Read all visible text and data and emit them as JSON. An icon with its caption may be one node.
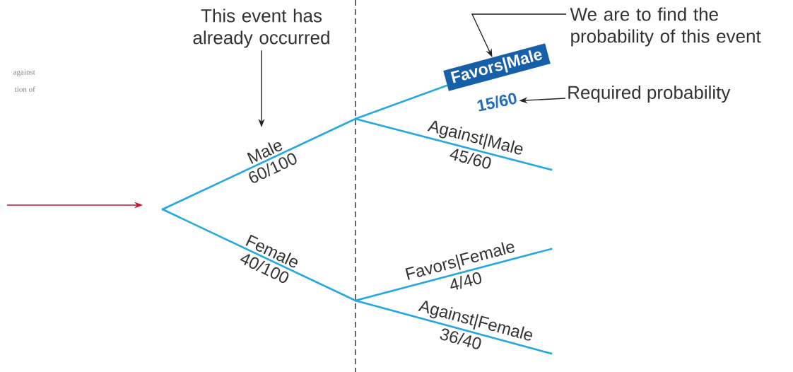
{
  "diagram": {
    "nodes": [
      {
        "text": [],
        "shape": "dot"
      },
      {
        "text": [],
        "shape": "dot"
      },
      {
        "text": [],
        "shape": "dot"
      },
      {
        "text": [
          "Favors|Male"
        ]
      },
      {
        "text": [],
        "shape": "dot"
      },
      {
        "text": [],
        "shape": "dot"
      },
      {
        "text": [],
        "shape": "dot"
      },
      {
        "text": [
          "This event has already occurred"
        ]
      },
      {
        "text": [
          "We are to find the probability of this event"
        ]
      },
      {
        "text": [
          "Required probability"
        ]
      },
      {
        "text": [
          "15/60"
        ]
      }
    ],
    "edges": [
      {
        "from": 0,
        "to": 1,
        "arrow": "none",
        "label": "Male"
      },
      {
        "from": 0,
        "to": 2,
        "arrow": "none",
        "label": "Female"
      },
      {
        "from": 1,
        "to": 3,
        "arrow": "none"
      },
      {
        "from": 1,
        "to": 4,
        "arrow": "none",
        "label": "Against|Male"
      },
      {
        "from": 2,
        "to": 5,
        "arrow": "none",
        "label": "Favors|Female"
      },
      {
        "from": 2,
        "to": 6,
        "arrow": "none",
        "label": "Against|Female"
      },
      {
        "from": null,
        "to": 0,
        "arrow": "to",
        "color": "#c8102e"
      },
      {
        "from": 7,
        "to": null,
        "arrow": "to",
        "color": "#222222"
      },
      {
        "from": 8,
        "to": 3,
        "arrow": "to",
        "color": "#222222"
      },
      {
        "from": 9,
        "to": 10,
        "arrow": "to",
        "color": "#222222"
      }
    ],
    "labels": [
      "60/100",
      "45/60",
      "40/100",
      "4/40",
      "36/40",
      "against",
      "tion of"
    ]
  }
}
